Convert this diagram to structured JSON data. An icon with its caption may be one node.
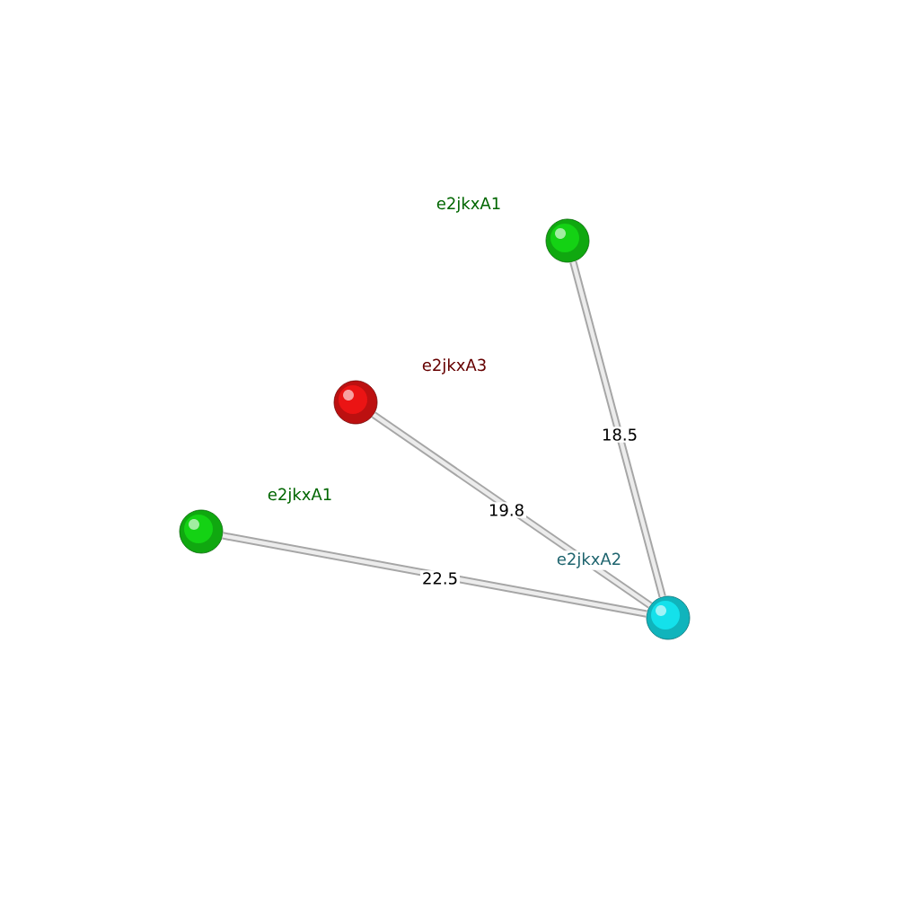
{
  "diagram": {
    "nodes": [
      {
        "text": [
          "e2jkxA1"
        ]
      },
      {
        "text": [
          "e2jkxA3"
        ]
      },
      {
        "text": [
          "e2jkxA1"
        ]
      },
      {
        "text": [
          "e2jkxA2"
        ]
      }
    ],
    "edges": [
      {
        "from": 3,
        "to": 0,
        "arrow": "none",
        "label": "18.5"
      },
      {
        "from": 3,
        "to": 1,
        "arrow": "none",
        "label": "19.8"
      },
      {
        "from": 3,
        "to": 2,
        "arrow": "none",
        "label": "22.5"
      }
    ]
  }
}
